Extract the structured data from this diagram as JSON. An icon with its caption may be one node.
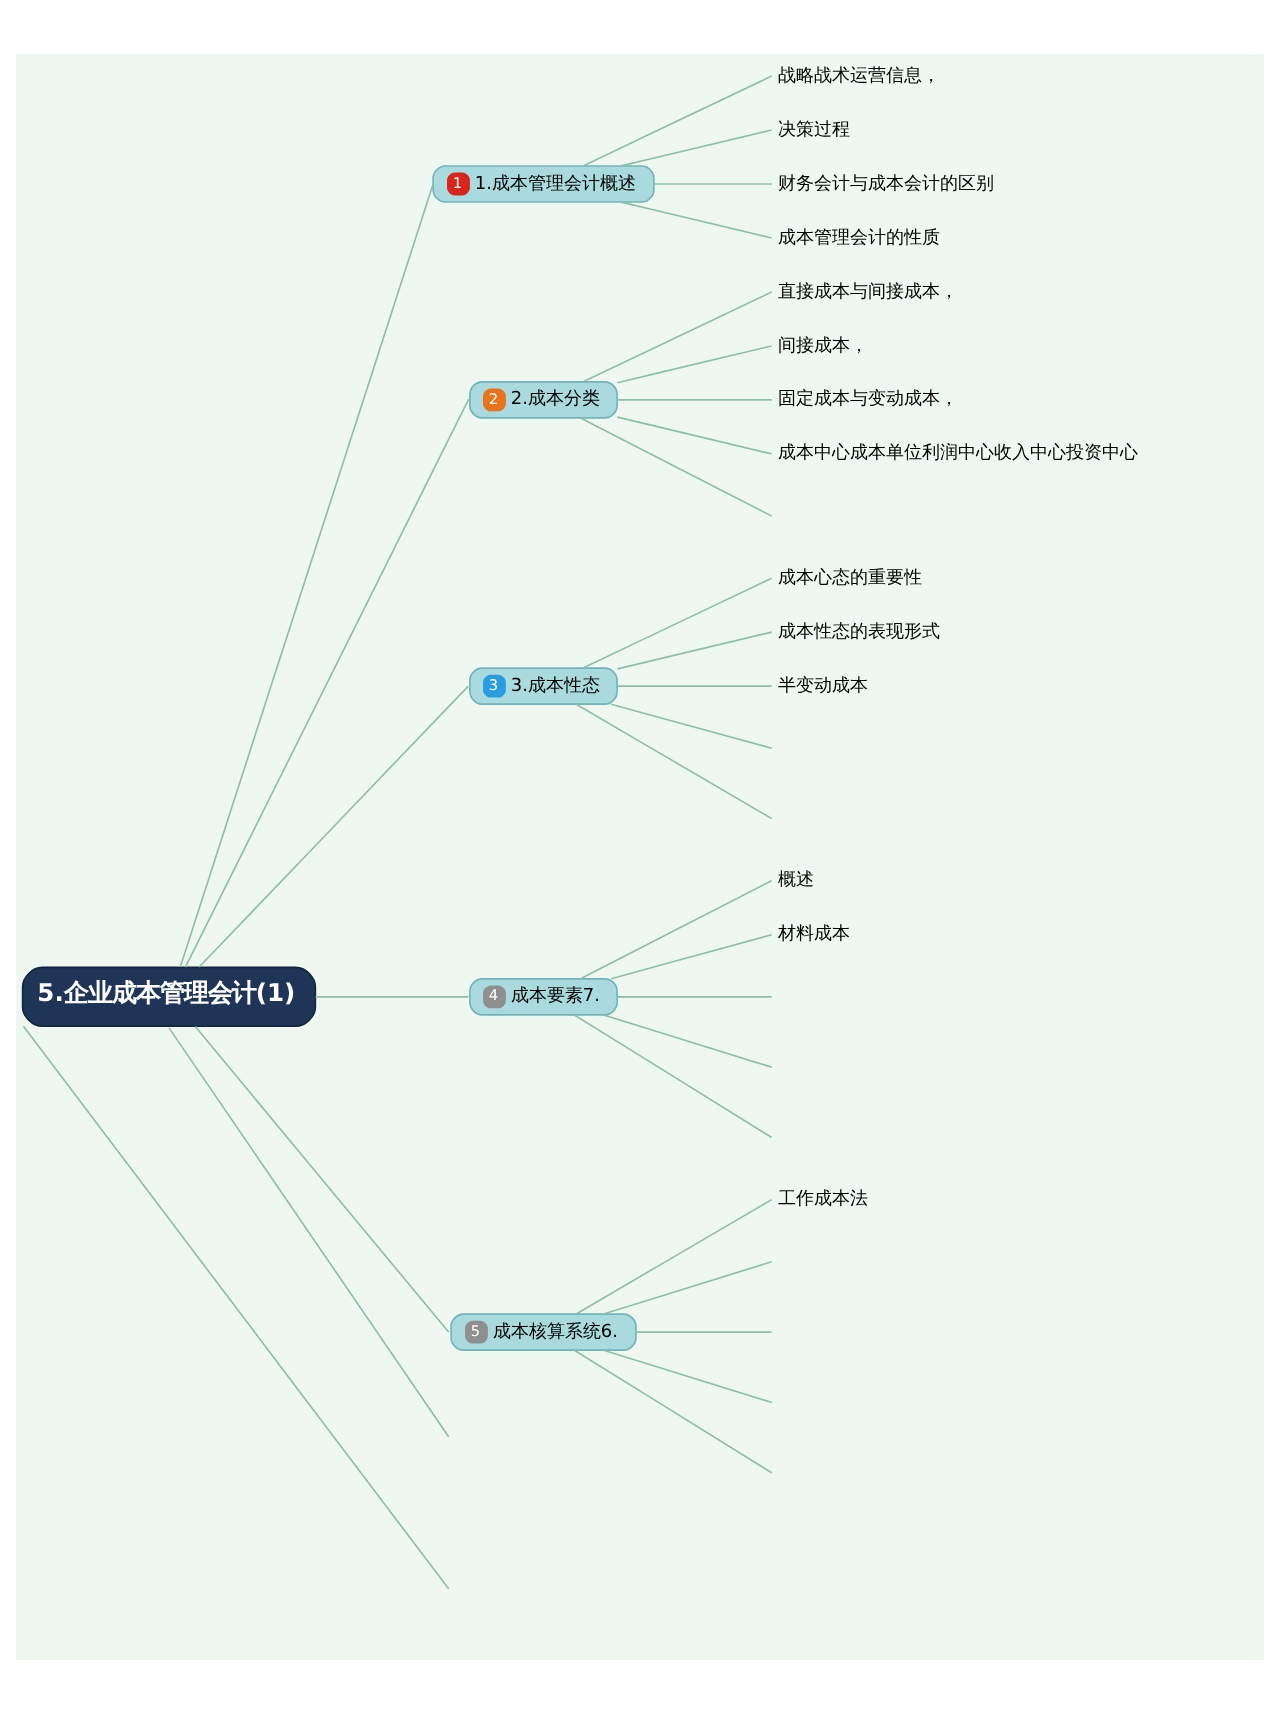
{
  "diagram": {
    "nodes": [
      {
        "text": [
          "5.企业成本管理会计(1)"
        ]
      },
      {
        "text": [
          "1",
          "1.成本管理会计概述"
        ]
      },
      {
        "text": [
          "战略战术运营信息，"
        ]
      },
      {
        "text": [
          "决策过程"
        ]
      },
      {
        "text": [
          "财务会计与成本会计的区别"
        ]
      },
      {
        "text": [
          "成本管理会计的性质"
        ]
      },
      {
        "text": [
          "2",
          "2.成本分类"
        ]
      },
      {
        "text": [
          "直接成本与间接成本，"
        ]
      },
      {
        "text": [
          "间接成本，"
        ]
      },
      {
        "text": [
          "固定成本与变动成本，"
        ]
      },
      {
        "text": [
          "成本中心成本单位利润中心收入中心投资中心"
        ]
      },
      {
        "text": [
          "3",
          "3.成本性态"
        ]
      },
      {
        "text": [
          "成本心态的重要性"
        ]
      },
      {
        "text": [
          "成本性态的表现形式"
        ]
      },
      {
        "text": [
          "半变动成本"
        ]
      },
      {
        "text": [
          "4",
          "成本要素7."
        ]
      },
      {
        "text": [
          "概述"
        ]
      },
      {
        "text": [
          "材料成本"
        ]
      },
      {
        "text": [
          "5",
          "成本核算系统6."
        ]
      },
      {
        "text": [
          "工作成本法"
        ]
      }
    ],
    "edges": [
      {
        "from": 0,
        "to": 1,
        "arrow": "none"
      },
      {
        "from": 1,
        "to": 2,
        "arrow": "none"
      },
      {
        "from": 1,
        "to": 3,
        "arrow": "none"
      },
      {
        "from": 1,
        "to": 4,
        "arrow": "none"
      },
      {
        "from": 1,
        "to": 5,
        "arrow": "none"
      },
      {
        "from": 0,
        "to": 6,
        "arrow": "none"
      },
      {
        "from": 6,
        "to": 7,
        "arrow": "none"
      },
      {
        "from": 6,
        "to": 8,
        "arrow": "none"
      },
      {
        "from": 6,
        "to": 9,
        "arrow": "none"
      },
      {
        "from": 6,
        "to": 10,
        "arrow": "none"
      },
      {
        "from": 6,
        "to": null,
        "arrow": "none"
      },
      {
        "from": 0,
        "to": 11,
        "arrow": "none"
      },
      {
        "from": 11,
        "to": 12,
        "arrow": "none"
      },
      {
        "from": 11,
        "to": 13,
        "arrow": "none"
      },
      {
        "from": 11,
        "to": 14,
        "arrow": "none"
      },
      {
        "from": 11,
        "to": null,
        "arrow": "none"
      },
      {
        "from": 11,
        "to": null,
        "arrow": "none"
      },
      {
        "from": 0,
        "to": 15,
        "arrow": "none"
      },
      {
        "from": 15,
        "to": 16,
        "arrow": "none"
      },
      {
        "from": 15,
        "to": 17,
        "arrow": "none"
      },
      {
        "from": 15,
        "to": null,
        "arrow": "none"
      },
      {
        "from": 15,
        "to": null,
        "arrow": "none"
      },
      {
        "from": 15,
        "to": null,
        "arrow": "none"
      },
      {
        "from": 0,
        "to": 18,
        "arrow": "none"
      },
      {
        "from": 18,
        "to": 19,
        "arrow": "none"
      },
      {
        "from": 18,
        "to": null,
        "arrow": "none"
      },
      {
        "from": 18,
        "to": null,
        "arrow": "none"
      },
      {
        "from": 18,
        "to": null,
        "arrow": "none"
      },
      {
        "from": 18,
        "to": null,
        "arrow": "none"
      },
      {
        "from": 0,
        "to": null,
        "arrow": "none"
      },
      {
        "from": 0,
        "to": null,
        "arrow": "none"
      }
    ]
  }
}
